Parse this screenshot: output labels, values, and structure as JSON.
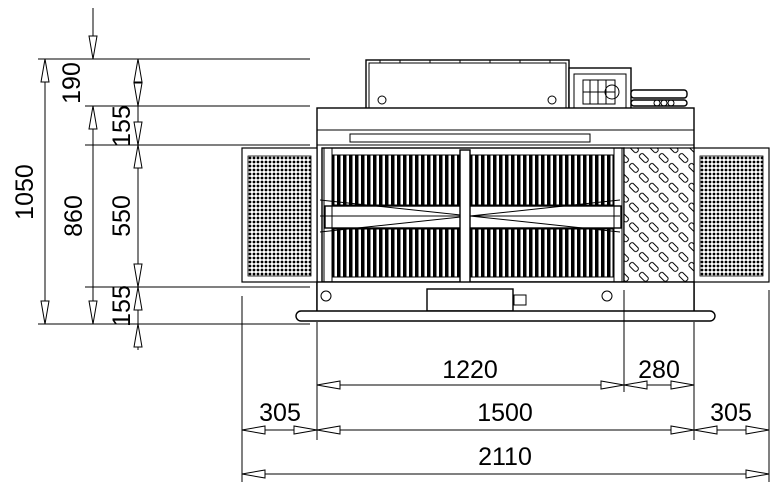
{
  "drawing": {
    "dimensions": {
      "top_box": "190",
      "top_gap": "155",
      "bottom_gap": "155",
      "overall_height": "1050",
      "body_height": "860",
      "grid_height": "550",
      "grid_width": "1220",
      "diamond_width": "280",
      "body_width": "1500",
      "left_panel": "305",
      "right_panel": "305",
      "overall_width": "2110"
    }
  }
}
